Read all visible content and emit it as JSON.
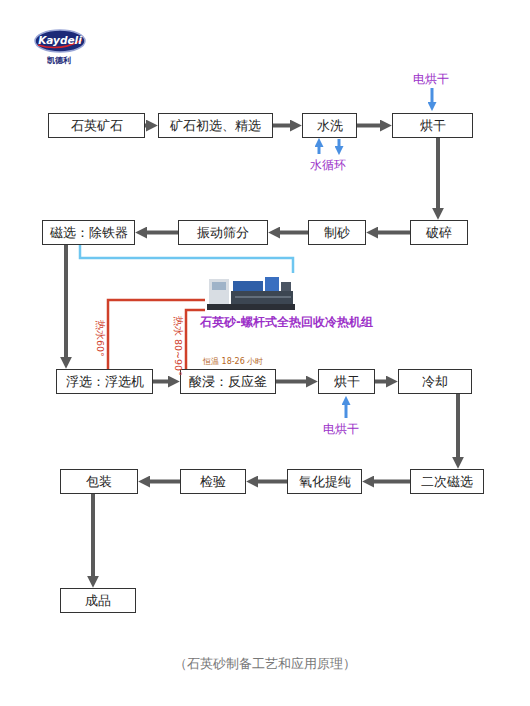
{
  "diagram": {
    "caption": "（石英砂制备工艺和应用原理）",
    "nodes": [
      {
        "text": [
          "石英矿石"
        ]
      },
      {
        "text": [
          "矿石初选、精选"
        ]
      },
      {
        "text": [
          "水洗"
        ]
      },
      {
        "text": [
          "烘干"
        ]
      },
      {
        "text": [
          "破碎"
        ]
      },
      {
        "text": [
          "制砂"
        ]
      },
      {
        "text": [
          "振动筛分"
        ]
      },
      {
        "text": [
          "磁选：除铁器"
        ]
      },
      {
        "text": [
          "石英砂-螺杆式全热回收冷热机组"
        ]
      },
      {
        "text": [
          "浮选：浮选机"
        ]
      },
      {
        "text": [
          "酸浸：反应釜"
        ]
      },
      {
        "text": [
          "烘干"
        ]
      },
      {
        "text": [
          "冷却"
        ]
      },
      {
        "text": [
          "二次磁选"
        ]
      },
      {
        "text": [
          "氧化提纯"
        ]
      },
      {
        "text": [
          "检验"
        ]
      },
      {
        "text": [
          "包装"
        ]
      },
      {
        "text": [
          "成品"
        ]
      }
    ],
    "edges": [
      {
        "from": 0,
        "to": 1,
        "arrow": "to"
      },
      {
        "from": 1,
        "to": 2,
        "arrow": "to"
      },
      {
        "from": 2,
        "to": 3,
        "arrow": "to"
      },
      {
        "from": 3,
        "to": 4,
        "arrow": "to"
      },
      {
        "from": 4,
        "to": 5,
        "arrow": "to"
      },
      {
        "from": 5,
        "to": 6,
        "arrow": "to"
      },
      {
        "from": 6,
        "to": 7,
        "arrow": "to"
      },
      {
        "from": 7,
        "to": 9,
        "arrow": "to"
      },
      {
        "from": 9,
        "to": 10,
        "arrow": "to"
      },
      {
        "from": 10,
        "to": 11,
        "arrow": "to"
      },
      {
        "from": 11,
        "to": 12,
        "arrow": "to"
      },
      {
        "from": 12,
        "to": 13,
        "arrow": "to"
      },
      {
        "from": 13,
        "to": 14,
        "arrow": "to"
      },
      {
        "from": 14,
        "to": 15,
        "arrow": "to"
      },
      {
        "from": 15,
        "to": 16,
        "arrow": "to"
      },
      {
        "from": 16,
        "to": 17,
        "arrow": "to"
      },
      {
        "from": 7,
        "to": 8,
        "arrow": "none"
      },
      {
        "from": 8,
        "to": 9,
        "arrow": "none",
        "label": "热水60°"
      },
      {
        "from": 8,
        "to": 10,
        "arrow": "none",
        "label": "热水 80~90°"
      }
    ],
    "labels": [
      "Kaydeli",
      "凯德利",
      "电烘干",
      "水循环",
      "恒温 18-26 小时",
      "电烘干"
    ]
  }
}
